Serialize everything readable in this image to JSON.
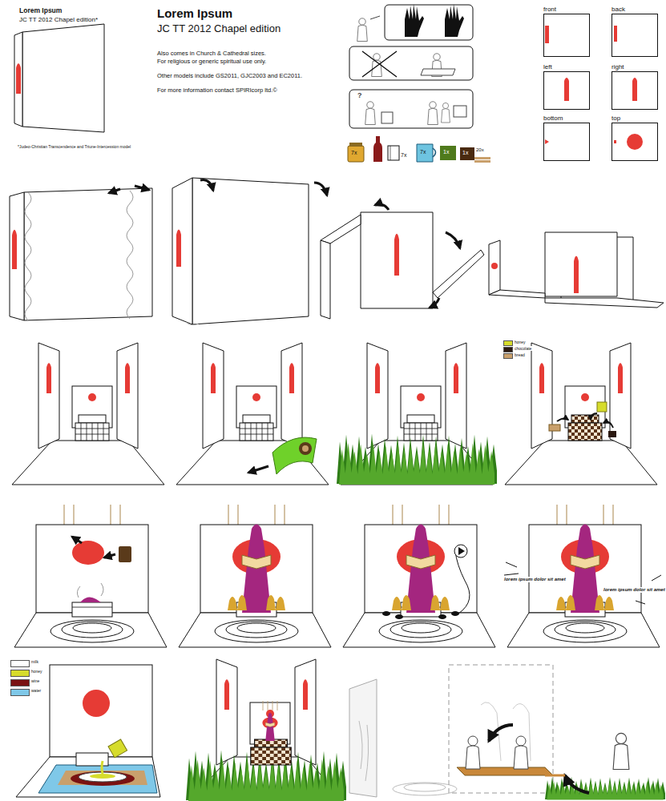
{
  "diagram": {
    "title": "Lorem Ipsum",
    "nodes": [
      {
        "text": [
          "front"
        ]
      },
      {
        "text": [
          "back"
        ]
      },
      {
        "text": [
          "left"
        ]
      },
      {
        "text": [
          "right"
        ]
      },
      {
        "text": [
          "bottom"
        ]
      },
      {
        "text": [
          "top"
        ]
      }
    ],
    "labels": [
      "Lorem Ipsum",
      "JC TT 2012 Chapel edition*",
      "*Judeo-Christian Transcendence and Triune-Intercession model",
      "JC TT 2012 Chapel edition",
      "Also comes in Church & Cathedral sizes.",
      "For religious or generic spiritual use only.",
      "Other models include GS2011, GJC2003 and EC2011.",
      "For more information contact SPIRIcorp ltd.©",
      "7x",
      "7x",
      "7x",
      "1x",
      "1x",
      "20x",
      "lorem ipsum dolor sit amet",
      "lorem ipsum dolor sit amet",
      "?"
    ],
    "legend": [
      {
        "text": "honey",
        "color": "#d6dc2c"
      },
      {
        "text": "chocolate",
        "color": "#2a1810"
      },
      {
        "text": "bread",
        "color": "#c9a06c"
      },
      {
        "text": "milk",
        "color": "#ffffff"
      },
      {
        "text": "honey",
        "color": "#d6dc2c"
      },
      {
        "text": "wine",
        "color": "#7a1212"
      },
      {
        "text": "water",
        "color": "#7fc8e8"
      }
    ]
  }
}
